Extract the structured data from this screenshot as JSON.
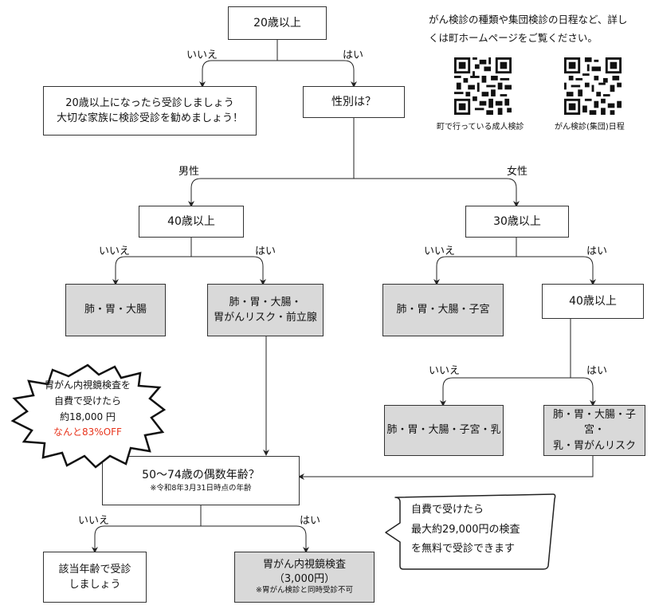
{
  "info": {
    "line1": "がん検診の種類や集団検診の日程など、詳し",
    "line2": "くは町ホームページをご覧ください。",
    "qr1_caption": "町で行っている成人検診",
    "qr2_caption": "がん検診(集団)日程"
  },
  "nodes": {
    "age20": "20歳以上",
    "under20_line1": "20歳以上になったら受診しましょう",
    "under20_line2": "大切な家族に検診受診を勧めましょう！",
    "sex": "性別は？",
    "age40_m": "40歳以上",
    "age30_f": "30歳以上",
    "m_under40": "肺・胃・大腸",
    "m_over40_line1": "肺・胃・大腸・",
    "m_over40_line2": "胃がんリスク・前立腺",
    "f_under30": "肺・胃・大腸・子宮",
    "age40_f": "40歳以上",
    "f_30_39": "肺・胃・大腸・子宮・乳",
    "f_over40_line1": "肺・胃・大腸・子宮・",
    "f_over40_line2": "乳・胃がんリスク",
    "even_age": "50～74歳の偶数年齢？",
    "even_age_note": "※令和8年3月31日時点の年齢",
    "no_line1": "該当年齢で受診",
    "no_line2": "しましょう",
    "endo_line1": "胃がん内視鏡検査",
    "endo_line2": "（3,000円）",
    "endo_note": "※胃がん検診と同時受診不可"
  },
  "labels": {
    "no": "いいえ",
    "yes": "はい",
    "male": "男性",
    "female": "女性"
  },
  "burst": {
    "line1": "胃がん内視鏡検査を",
    "line2": "自費で受けたら",
    "line3": "約18,000 円",
    "line4": "なんと83%OFF",
    "highlight_color": "#e8341c"
  },
  "callout": {
    "line1": "自費で受けたら",
    "line2": "最大約29,000円の検査",
    "line3": "を無料で受診できます"
  }
}
